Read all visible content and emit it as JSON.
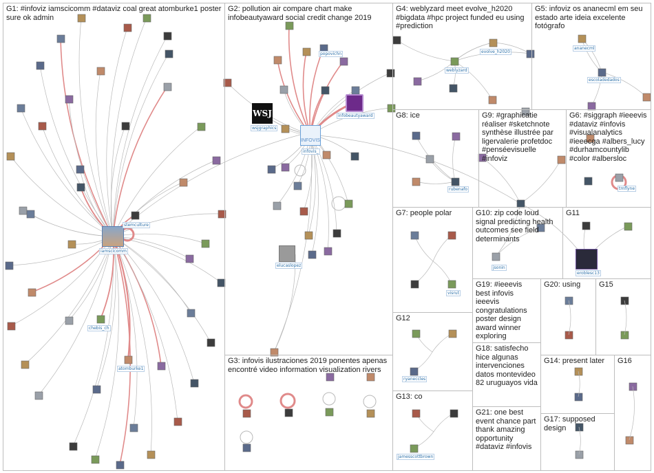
{
  "groups": [
    {
      "id": "G1",
      "label": "G1: #infoviz iamscicomm #dataviz coal great atomburke1 poster sure ok admin"
    },
    {
      "id": "G2",
      "label": "G2: pollution air compare chart make infobeautyaward social credit change 2019"
    },
    {
      "id": "G3",
      "label": "G3: infovis ilustraciones 2019 ponentes apenas encontré video information visualization rivers"
    },
    {
      "id": "G4",
      "label": "G4: weblyzard meet evolve_h2020 #bigdata #hpc project funded eu using #prediction"
    },
    {
      "id": "G5",
      "label": "G5: infoviz os ananecml em seu estado arte ideia excelente fotógrafo"
    },
    {
      "id": "G6",
      "label": "G6: #siggraph #ieeevis #dataviz #infovis #visualanalytics #ieeecga #albers_lucy #durhamcountylib #color #albersloc"
    },
    {
      "id": "G7",
      "label": "G7: people polar"
    },
    {
      "id": "G8",
      "label": "G8: ice"
    },
    {
      "id": "G9",
      "label": "G9: #graphicatie réaliser #sketchnote synthèse illustrée par ligervalerie profetdoc #penséevisuelle #infoviz"
    },
    {
      "id": "G10",
      "label": "G10: zip code loud signal predicting health outcomes see field determinants"
    },
    {
      "id": "G11",
      "label": "G11"
    },
    {
      "id": "G12",
      "label": "G12"
    },
    {
      "id": "G13",
      "label": "G13: co"
    },
    {
      "id": "G14",
      "label": "G14: present later"
    },
    {
      "id": "G15",
      "label": "G15"
    },
    {
      "id": "G16",
      "label": "G16"
    },
    {
      "id": "G17",
      "label": "G17: supposed design"
    },
    {
      "id": "G18",
      "label": "G18: satisfecho hice algunas intervenciones datos montevideo 82 uruguayos vida"
    },
    {
      "id": "G19",
      "label": "G19: #ieeevis best infovis ieeevis congratulations poster design award winner exploring"
    },
    {
      "id": "G20",
      "label": "G20: using"
    },
    {
      "id": "G21",
      "label": "G21: one best event chance part thank amazing opportunity #dataviz #infovis"
    }
  ],
  "node_labels": {
    "iamscicomm": "iamscicomm",
    "stemculture": "stemculture",
    "chebis_ch": "chebis_ch",
    "atomburke1": "atomburke1",
    "wsjgraphics": "wsjgraphics",
    "infovis": "infovis_",
    "infobeautyaward": "infobeautyaward",
    "popovichn": "popovichn",
    "elucaslopez": "elucaslopez",
    "weblyzard": "weblyzard",
    "evolve_h2020": "evolve_h2020",
    "ananecml": "ananecml",
    "escoladedados": "escoladedados",
    "rubenafo": "rubenafo",
    "tmflyne": "tmflyne",
    "jsonin": "jsonin",
    "eroblesc13": "eroblesc13",
    "visrut": "visrut",
    "ryaneccles": "ryaneccles",
    "jamesscottbrown": "jamesscottbrown"
  },
  "colors": {
    "border": "#bdbdbd",
    "edge": "#b8b8b8",
    "edge_strong": "#e08a8a",
    "node_label_text": "#2a6fa8"
  },
  "icons": [
    "avatar-icon",
    "wsj-logo-icon",
    "infovis-logo-icon"
  ]
}
